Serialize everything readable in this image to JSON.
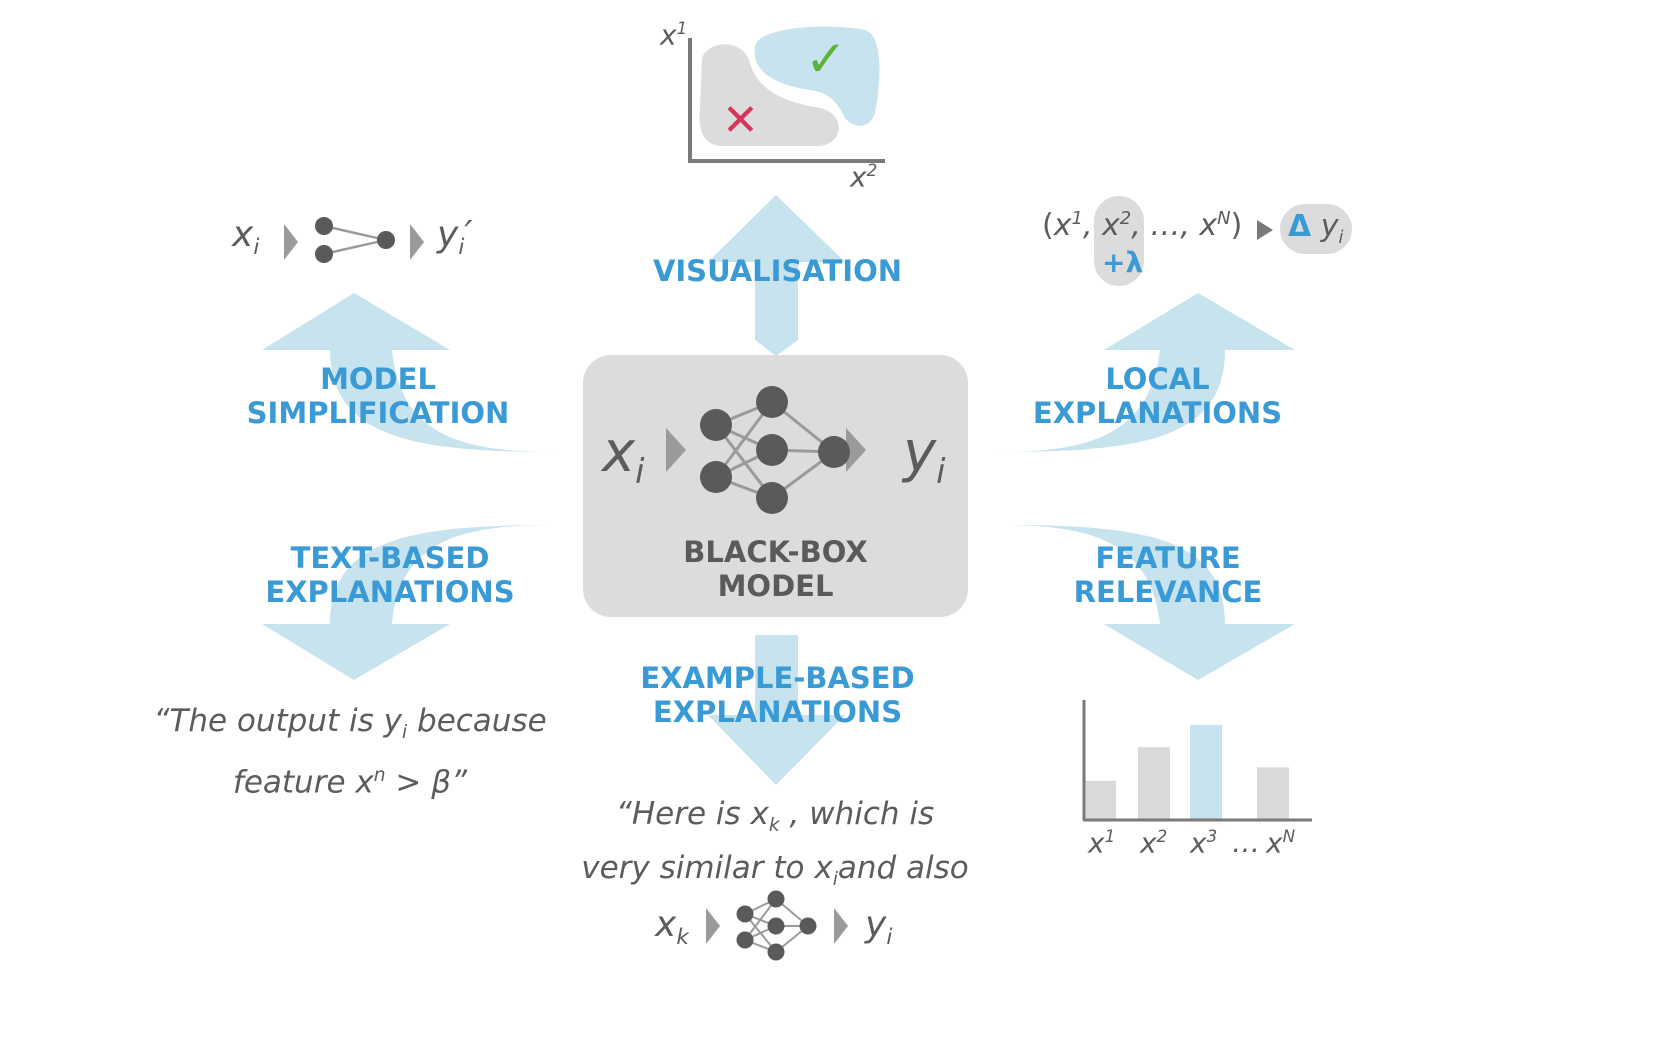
{
  "center": {
    "input": "x",
    "input_sub": "i",
    "output": "y",
    "output_sub": "i",
    "title_line1": "BLACK-BOX",
    "title_line2": "MODEL"
  },
  "methods": {
    "visualisation": {
      "label": "VISUALISATION"
    },
    "model_simplification": {
      "label_line1": "MODEL",
      "label_line2": "SIMPLIFICATION"
    },
    "local_explanations": {
      "label_line1": "LOCAL",
      "label_line2": "EXPLANATIONS"
    },
    "text_based": {
      "label_line1": "TEXT-BASED",
      "label_line2": "EXPLANATIONS"
    },
    "feature_relevance": {
      "label_line1": "FEATURE",
      "label_line2": "RELEVANCE"
    },
    "example_based": {
      "label_line1": "EXAMPLE-BASED",
      "label_line2": "EXPLANATIONS"
    }
  },
  "visualisation_plot": {
    "y_axis": "x",
    "y_axis_sup": "1",
    "x_axis": "x",
    "x_axis_sup": "2",
    "check_mark": "✓",
    "cross_mark": "✕"
  },
  "simplified_model": {
    "input": "x",
    "input_sub": "i",
    "output": "y",
    "output_sub": "i",
    "prime": "′"
  },
  "local_formula": {
    "open": "(",
    "x1": "x",
    "x1_sup": "1",
    "x2": "x",
    "x2_sup": "2",
    "ellipsis": "…,",
    "xn": "x",
    "xn_sup": "N",
    "close": ")",
    "perturbation": "+λ",
    "delta": "Δ",
    "out": "y",
    "out_sub": "i"
  },
  "text_quote": {
    "line1_a": "“The output is ",
    "line1_y": "y",
    "line1_sub": "i",
    "line1_b": " because",
    "line2_a": "feature ",
    "line2_x": "x",
    "line2_sup": "n",
    "line2_b": " > β”"
  },
  "example_quote": {
    "line1_a": "“Here is ",
    "line1_x": "x",
    "line1_sub": "k",
    "line1_b": " , which is",
    "line2_a": "very similar to ",
    "line2_x": "x",
    "line2_sub": "i",
    "line2_b": "and also"
  },
  "example_model": {
    "input": "x",
    "input_sub": "k",
    "output": "y",
    "output_sub": "i"
  },
  "relevance_chart": {
    "ticks": [
      {
        "x": "x",
        "sup": "1"
      },
      {
        "x": "x",
        "sup": "2"
      },
      {
        "x": "x",
        "sup": "3"
      },
      {
        "x": "…",
        "sup": ""
      },
      {
        "x": "x",
        "sup": "N"
      }
    ]
  },
  "chart_data": {
    "type": "bar",
    "categories": [
      "x1",
      "x2",
      "x3",
      "xN"
    ],
    "values": [
      3.5,
      6.5,
      8.5,
      4.7
    ],
    "highlighted": "x3",
    "colors": {
      "bar": "#d9d9d9",
      "highlight": "#c6e3ee",
      "axis": "#7a7a7a"
    }
  },
  "colors": {
    "arrow": "#c6e3ee",
    "label": "#3a9ad6",
    "box": "#dcdcdc",
    "node": "#5a5a5a",
    "text": "#5c5c5c",
    "check": "#5db33a",
    "cross": "#d6365a"
  }
}
